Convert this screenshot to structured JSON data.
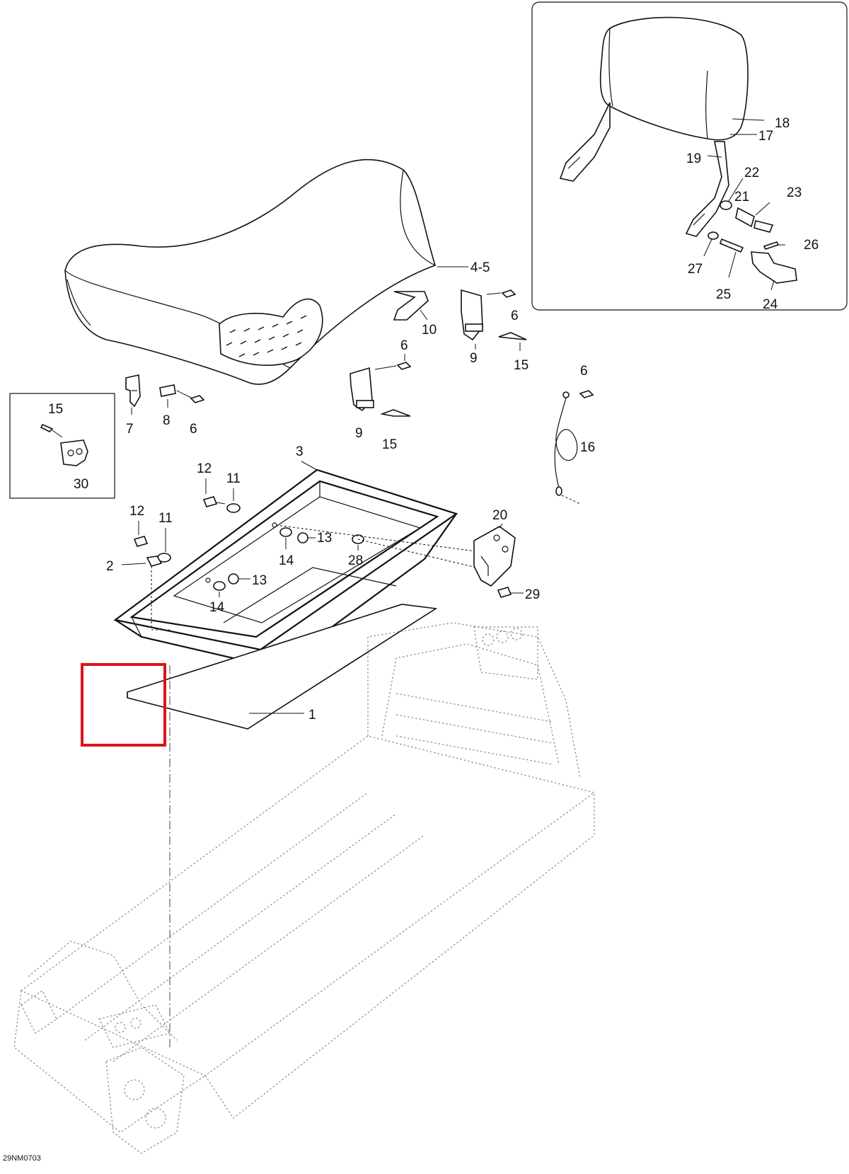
{
  "diagram": {
    "doc_id": "29NM0703",
    "highlight_color": "#d9141c",
    "callouts": [
      {
        "key": "c18",
        "text": "18"
      },
      {
        "key": "c17",
        "text": "17"
      },
      {
        "key": "c19",
        "text": "19"
      },
      {
        "key": "c22",
        "text": "22"
      },
      {
        "key": "c21",
        "text": "21"
      },
      {
        "key": "c23",
        "text": "23"
      },
      {
        "key": "c26",
        "text": "26"
      },
      {
        "key": "c27",
        "text": "27"
      },
      {
        "key": "c25",
        "text": "25"
      },
      {
        "key": "c24",
        "text": "24"
      },
      {
        "key": "c45",
        "text": "4-5"
      },
      {
        "key": "c10",
        "text": "10"
      },
      {
        "key": "c6a",
        "text": "6"
      },
      {
        "key": "c9a",
        "text": "9"
      },
      {
        "key": "c15a",
        "text": "15"
      },
      {
        "key": "c6b",
        "text": "6"
      },
      {
        "key": "c9b",
        "text": "9"
      },
      {
        "key": "c15b",
        "text": "15"
      },
      {
        "key": "c6c",
        "text": "6"
      },
      {
        "key": "c16",
        "text": "16"
      },
      {
        "key": "c7",
        "text": "7"
      },
      {
        "key": "c8",
        "text": "8"
      },
      {
        "key": "c6d",
        "text": "6"
      },
      {
        "key": "c15c",
        "text": "15"
      },
      {
        "key": "c30",
        "text": "30"
      },
      {
        "key": "c3",
        "text": "3"
      },
      {
        "key": "c12a",
        "text": "12"
      },
      {
        "key": "c11a",
        "text": "11"
      },
      {
        "key": "c12b",
        "text": "12"
      },
      {
        "key": "c11b",
        "text": "11"
      },
      {
        "key": "c20",
        "text": "20"
      },
      {
        "key": "c2",
        "text": "2"
      },
      {
        "key": "c13a",
        "text": "13"
      },
      {
        "key": "c14a",
        "text": "14"
      },
      {
        "key": "c28",
        "text": "28"
      },
      {
        "key": "c13b",
        "text": "13"
      },
      {
        "key": "c14b",
        "text": "14"
      },
      {
        "key": "c29",
        "text": "29"
      },
      {
        "key": "c1",
        "text": "1"
      }
    ]
  }
}
